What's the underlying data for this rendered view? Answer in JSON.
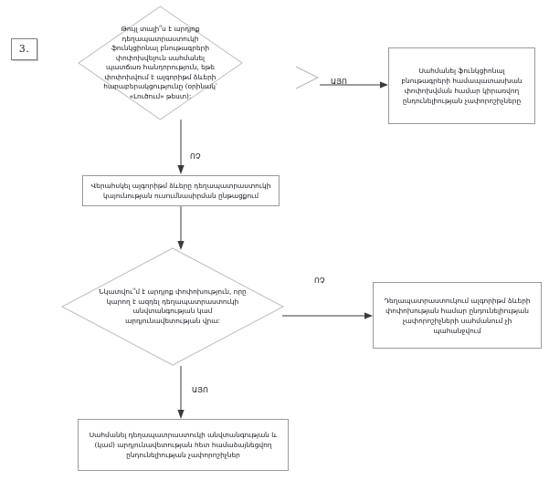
{
  "page": {
    "index_label": "3.",
    "language": "hy"
  },
  "flowchart": {
    "type": "flowchart",
    "orientation": "top-to-bottom",
    "nodes": [
      {
        "id": "decision-stability-study",
        "shape": "diamond",
        "text": "Թույլ տալի՞ս է արդյոք դեղապատրաստուկի ֆունկցիոնալ բնութագրերի փոփոխվելուն սահմանել պատճառ հանդորություն, եթե փոփոխվում է ալգորիթմ ձևերի հարաբերակցությունը (օրինակ՝ «Լուծում» թեստ):"
      },
      {
        "id": "process-define-functional",
        "shape": "rectangle",
        "text": "Սահմանել ֆունկցիոնալ բնութագրերի համապատասխան փոփոխվման համար կիրառվող ընդունելիության չափորոշիչները"
      },
      {
        "id": "process-control-forms",
        "shape": "rectangle",
        "text": "Վերահսկել ալգորիթմ ձևերը դեղապատրաստուկի կայունության ուսումնասիրման ընթացքում"
      },
      {
        "id": "decision-algorithm-change",
        "shape": "diamond",
        "text": "Նկատվու՞մ է արդյոք փոփոխություն, որը կարող է ազդել դեղապատրաստուկի անվտանգության կամ արդյունավետության վրա:"
      },
      {
        "id": "process-no-criteria-needed",
        "shape": "rectangle",
        "text": "Դեղապատրաստուկում ալգորիթմ ձևերի փոփոխության համար ընդունելիության չափորոշիչների սահմանում չի պահանջվում"
      },
      {
        "id": "process-define-safety",
        "shape": "rectangle",
        "text": "Սահմանել դեղապատրաստուկի անվտանգության և (կամ) արդյունավետության հետ համաձայնեցվող ընդունելիության չափորոշիչներ"
      }
    ],
    "edges": [
      {
        "from": "decision-stability-study",
        "to": "process-define-functional",
        "label": "ԱՅՈ",
        "direction": "right"
      },
      {
        "from": "decision-stability-study",
        "to": "process-control-forms",
        "label": "ՈՉ",
        "direction": "down"
      },
      {
        "from": "process-control-forms",
        "to": "decision-algorithm-change",
        "label": "",
        "direction": "down"
      },
      {
        "from": "decision-algorithm-change",
        "to": "process-no-criteria-needed",
        "label": "ՈՉ",
        "direction": "right"
      },
      {
        "from": "decision-algorithm-change",
        "to": "process-define-safety",
        "label": "ԱՅՈ",
        "direction": "down"
      }
    ],
    "colors": {
      "background": "#ffffff",
      "box_border": "#9a9a9a",
      "diamond_border": "#b9b9b9",
      "connector": "#2c2c2c",
      "text": "#14141c"
    }
  }
}
